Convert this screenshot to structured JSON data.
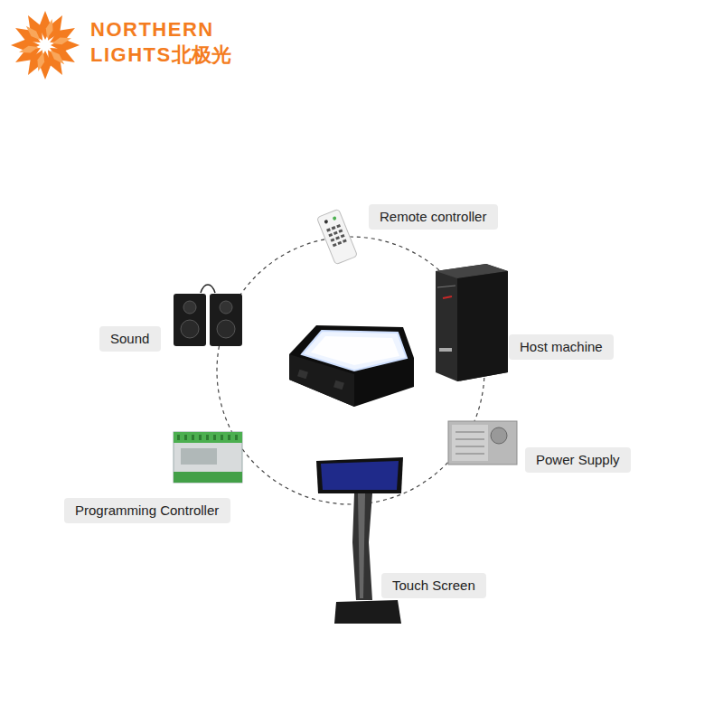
{
  "diagram": {
    "nodes": [
      {
        "text": [
          "Remote controller"
        ]
      },
      {
        "text": [
          "Sound"
        ]
      },
      {
        "text": [
          "Host machine"
        ]
      },
      {
        "text": [
          "Power Supply"
        ]
      },
      {
        "text": [
          "Programming Controller"
        ]
      },
      {
        "text": [
          "Touch Screen"
        ]
      }
    ],
    "labels": [
      "NORTHERN",
      "LIGHTS",
      "北极光"
    ]
  }
}
